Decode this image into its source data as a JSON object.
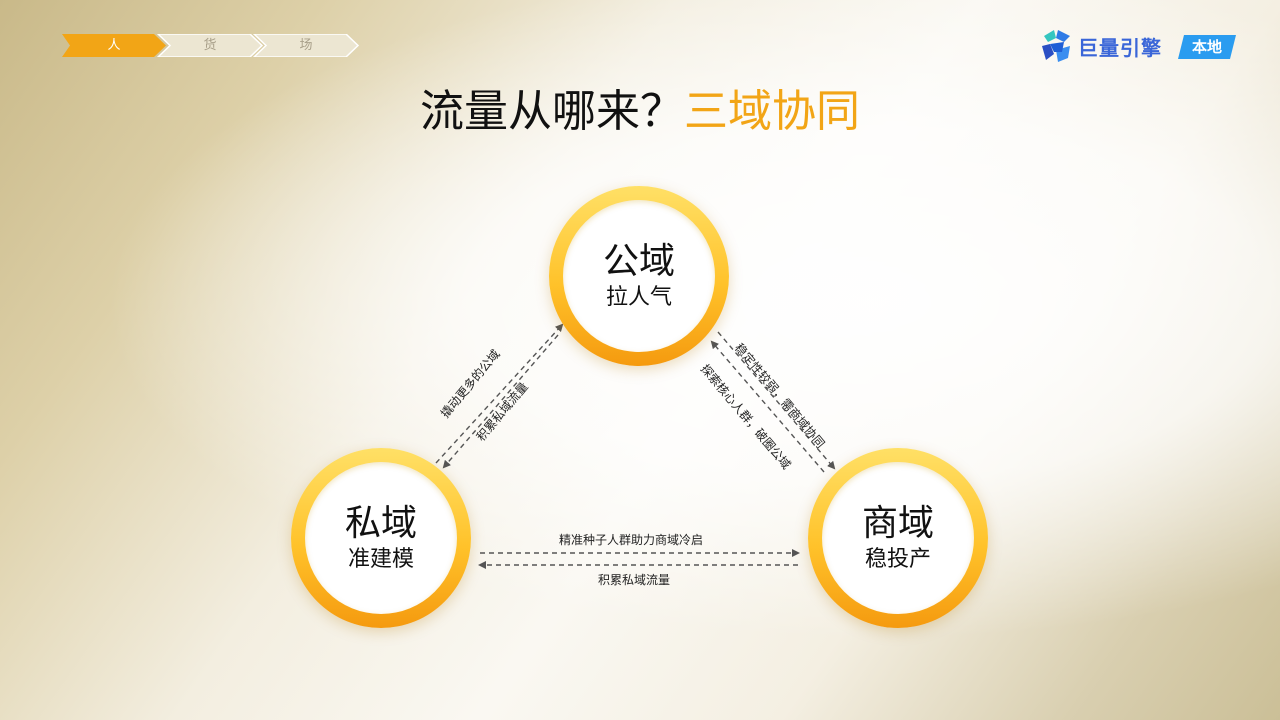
{
  "breadcrumb": {
    "items": [
      "人",
      "货",
      "场"
    ],
    "active_index": 0,
    "active_color": "#f2a516"
  },
  "logo": {
    "text": "巨量引擎",
    "badge": "本地"
  },
  "title": {
    "main": "流量从哪来？",
    "accent": "三域协同"
  },
  "nodes": {
    "public": {
      "name": "公域",
      "role": "拉人气"
    },
    "private": {
      "name": "私域",
      "role": "准建模"
    },
    "commerce": {
      "name": "商域",
      "role": "稳投产"
    }
  },
  "edges": {
    "private_to_public": "撬动更多的公域",
    "public_to_private": "积累私域流量",
    "public_to_commerce": "稳定性较弱，需商域协同",
    "commerce_to_public": "探索核心人群，破圈公域",
    "private_to_commerce": "精准种子人群助力商域冷启",
    "commerce_to_private": "积累私域流量"
  },
  "colors": {
    "accent": "#f2a516",
    "ring": "#ffc22a",
    "logo_blue": "#3a66d8",
    "badge_blue": "#2a9cf0"
  }
}
